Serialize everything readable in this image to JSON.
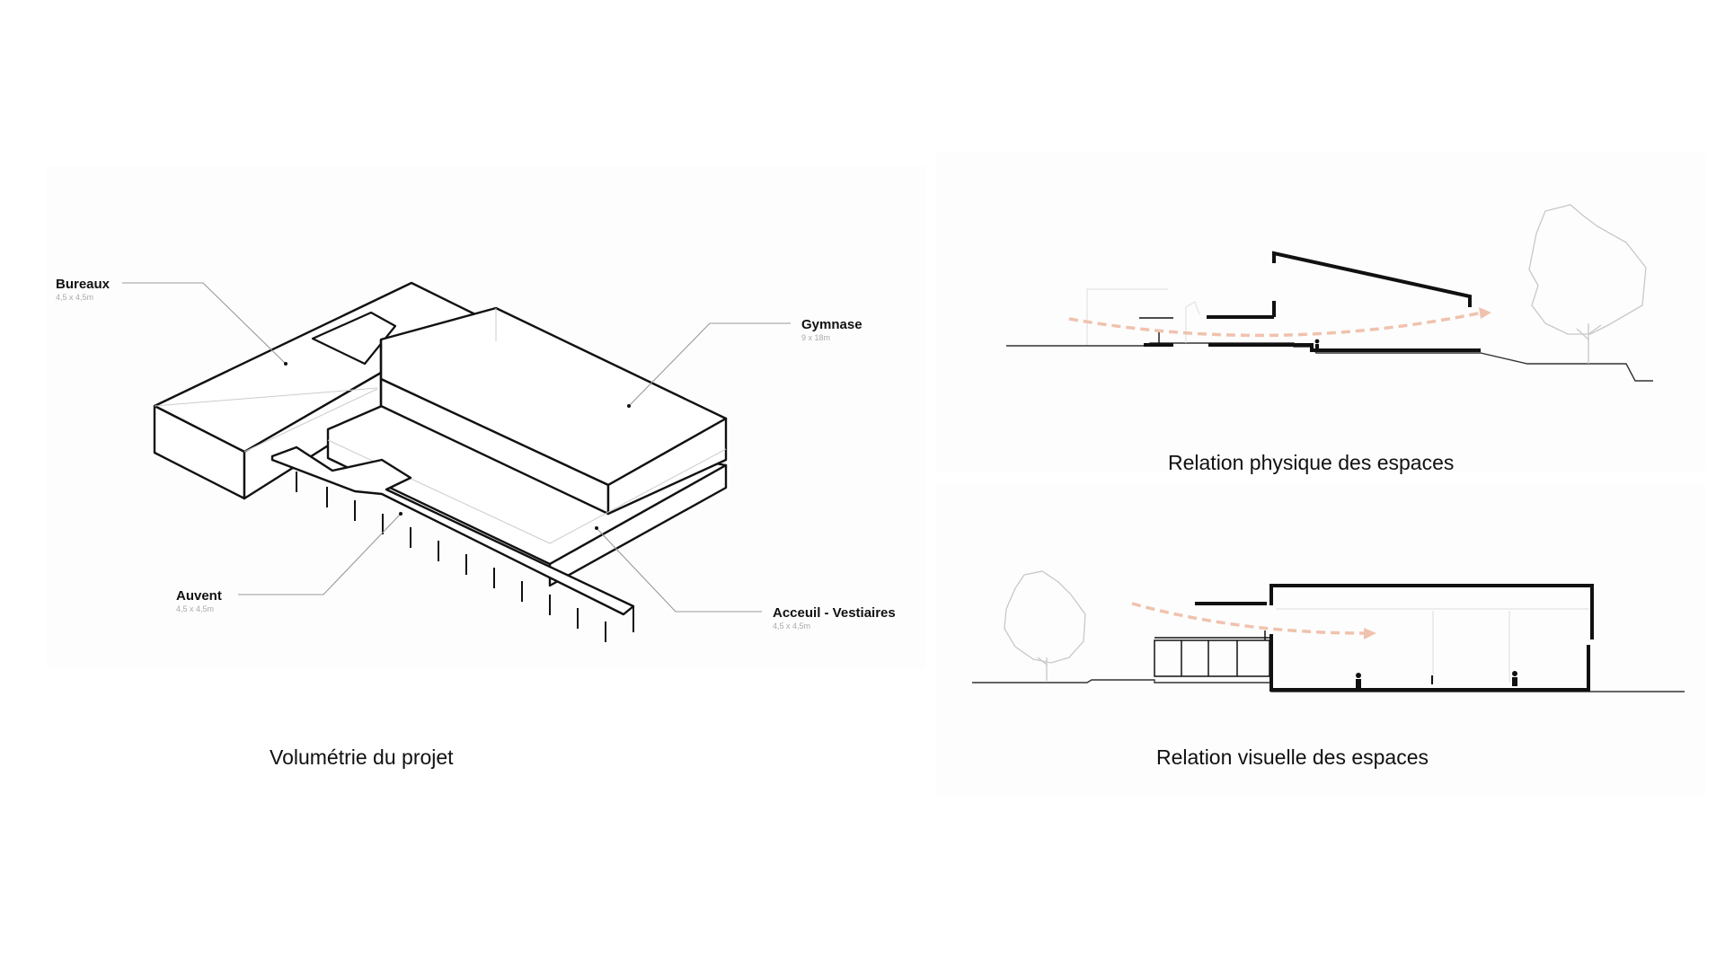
{
  "volumetry": {
    "caption": "Volumétrie du projet",
    "labels": [
      {
        "key": "bureaux",
        "name": "Bureaux",
        "dim": "4,5 x 4,5m"
      },
      {
        "key": "gymnase",
        "name": "Gymnase",
        "dim": "9 x 18m"
      },
      {
        "key": "auvent",
        "name": "Auvent",
        "dim": "4,5 x 4,5m"
      },
      {
        "key": "accueil",
        "name": "Acceuil - Vestiaires",
        "dim": "4,5 x 4,5m"
      }
    ]
  },
  "physical_section": {
    "caption": "Relation physique des espaces"
  },
  "visual_section": {
    "caption": "Relation visuelle des espaces"
  },
  "colors": {
    "line": "#111111",
    "thin_line": "#cccccc",
    "arrow": "#f0c2ae",
    "tree": "#c8c8c8"
  }
}
